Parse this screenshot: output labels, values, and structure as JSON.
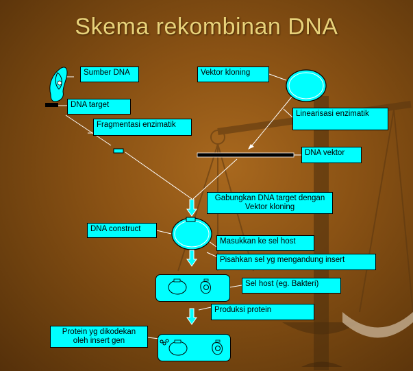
{
  "title": "Skema rekombinan DNA",
  "labels": {
    "sumber_dna": "Sumber DNA",
    "dna_target": "DNA target",
    "fragmentasi": "Fragmentasi enzimatik",
    "vektor_kloning": "Vektor kloning",
    "linearisasi": "Linearisasi enzimatik",
    "dna_vektor": "DNA vektor",
    "gabungkan_line1": "Gabungkan DNA target dengan",
    "gabungkan_line2": "Vektor kloning",
    "dna_construct": "DNA construct",
    "masukkan": "Masukkan ke sel host",
    "pisahkan": "Pisahkan sel yg mengandung insert",
    "sel_host": "Sel host (eg. Bakteri)",
    "produksi": "Produksi protein",
    "protein_line1": "Protein yg dikodekan",
    "protein_line2": "oleh insert gen"
  },
  "colors": {
    "label_fill": "#00ffff",
    "title": "#e8d27a",
    "background": "#8a5214"
  }
}
